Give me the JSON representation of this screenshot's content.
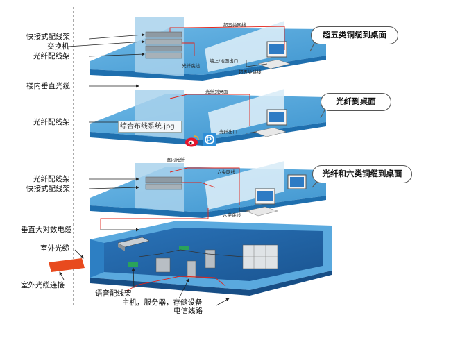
{
  "left_labels": {
    "patch_panel_top": "快接式配线架",
    "switch": "交换机",
    "fiber_panel_top": "光纤配线架",
    "riser_fiber": "楼内垂直光缆",
    "fiber_panel_mid": "光纤配线架",
    "fiber_panel_low": "光纤配线架",
    "patch_panel_low": "快接式配线架",
    "riser_copper": "垂直大对数电缆",
    "outdoor_fiber": "室外光缆",
    "outdoor_fiber_conn": "室外光缆连接",
    "voice_panel": "语音配线架",
    "host_server": "主机，服务器，存储设备",
    "telecom_line": "电信线路"
  },
  "callouts": {
    "floor1": "超五类铜缆到桌面",
    "floor2": "光纤到桌面",
    "floor3": "光纤和六类铜缆到桌面"
  },
  "small_labels": {
    "cat5_cable": "超五类网线",
    "wall_outlet": "墙上/地面出口",
    "cat5_jumper": "超五类跳线",
    "fiber_jumper": "光纤跳线",
    "fiber_to_desk": "光纤到桌面",
    "fiber_outlet": "光纤出口",
    "indoor_fiber": "室内光纤",
    "cat6_cable": "六类网线",
    "cat6_jumper": "六类跳线"
  },
  "tooltip": "综合布线系统.jpg",
  "icons": [
    "weibo-icon",
    "share-icon"
  ],
  "colors": {
    "floor_top": "#4fa4d8",
    "floor_side": "#1f6fae",
    "wall": "#9cc9e6",
    "wire_red": "#e2231a",
    "outdoor_red": "#e84a1e"
  }
}
